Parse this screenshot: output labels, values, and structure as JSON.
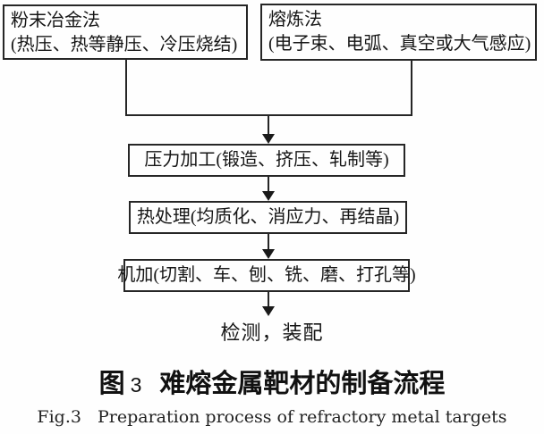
{
  "flowchart": {
    "sources": [
      {
        "title": "粉末冶金法",
        "detail": "(热压、热等静压、冷压烧结)"
      },
      {
        "title": "熔炼法",
        "detail": "(电子束、电弧、真空或大气感应)"
      }
    ],
    "steps": [
      "压力加工(锻造、挤压、轧制等)",
      "热处理(均质化、消应力、再结晶)",
      "机加(切割、车、刨、铣、磨、打孔等)"
    ],
    "terminal": "检测，装配"
  },
  "caption": {
    "zh_prefix": "图",
    "zh_number": "3",
    "zh_title": "难熔金属靶材的制备流程",
    "en_prefix": "Fig.3",
    "en_title": "Preparation process of refractory metal targets"
  },
  "colors": {
    "line": "#262626",
    "text": "#111111",
    "background": "#fefefe"
  }
}
